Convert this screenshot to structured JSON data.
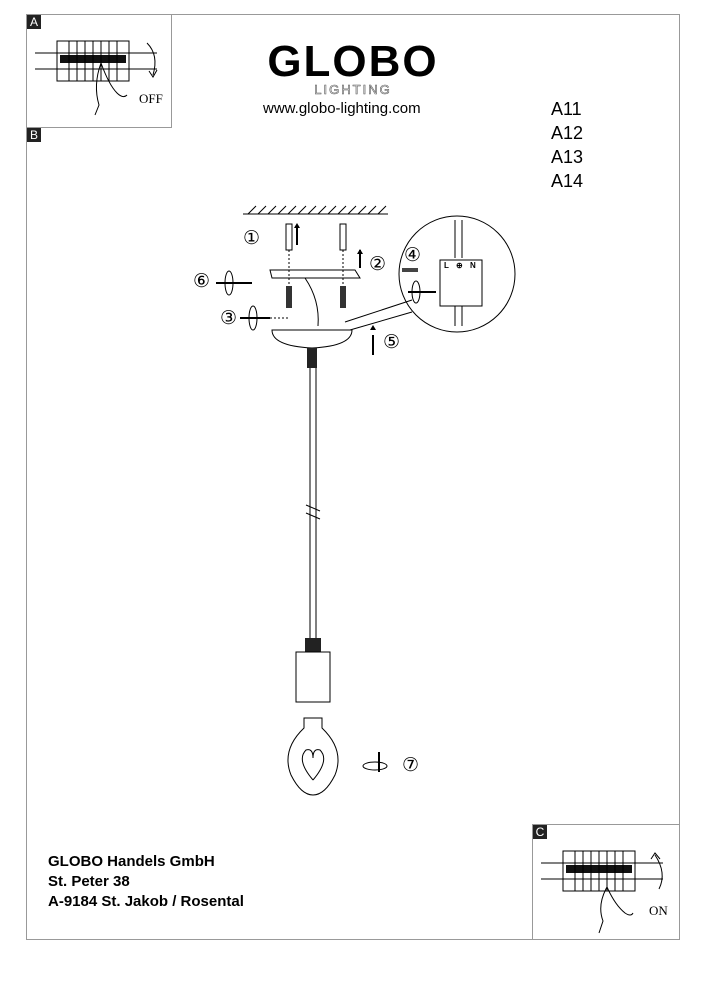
{
  "panels": {
    "a": {
      "tag": "A",
      "label": "OFF"
    },
    "b": {
      "tag": "B"
    },
    "c": {
      "tag": "C",
      "label": "ON"
    }
  },
  "logo": {
    "brand": "GLOBO",
    "sub": "LIGHTING"
  },
  "website": "www.globo-lighting.com",
  "models": [
    "A11",
    "A12",
    "A13",
    "A14"
  ],
  "steps": [
    "①",
    "②",
    "③",
    "④",
    "⑤",
    "⑥",
    "⑦"
  ],
  "terminal_labels": [
    "L",
    "⊕",
    "N"
  ],
  "address": {
    "company": "GLOBO Handels GmbH",
    "street": "St. Peter 38",
    "city": "A-9184 St. Jakob / Rosental"
  }
}
